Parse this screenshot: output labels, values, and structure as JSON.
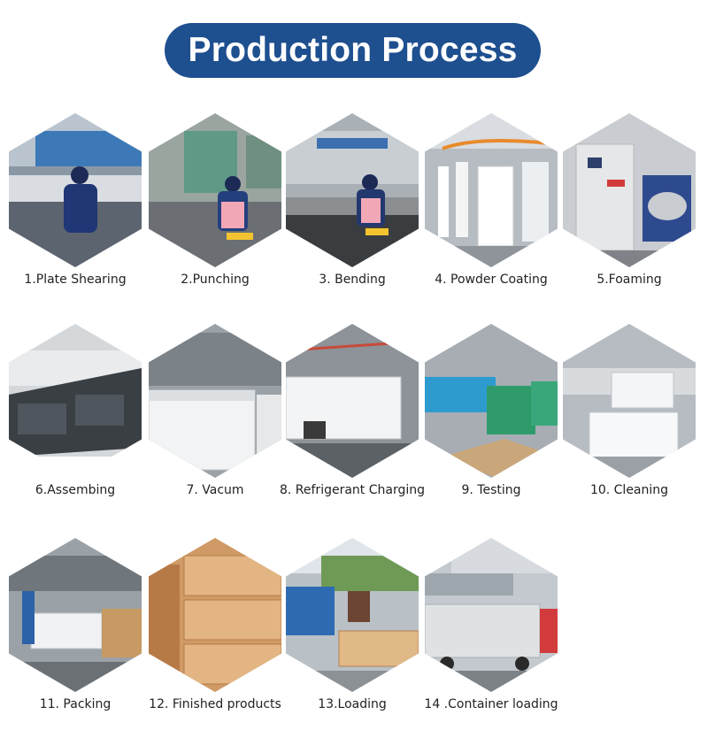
{
  "title": "Production Process",
  "colors": {
    "title_bg": "#1e4f8f",
    "title_text": "#ffffff",
    "label_text": "#222222"
  },
  "steps": [
    {
      "label": "1.Plate Shearing",
      "scene": "workshop-worker"
    },
    {
      "label": "2.Punching",
      "scene": "punch-press"
    },
    {
      "label": "3. Bending",
      "scene": "press-brake"
    },
    {
      "label": "4. Powder Coating",
      "scene": "coating-line"
    },
    {
      "label": "5.Foaming",
      "scene": "foaming-machine"
    },
    {
      "label": "6.Assembing",
      "scene": "assembly-line"
    },
    {
      "label": "7. Vacum",
      "scene": "chest-freezers"
    },
    {
      "label": "8. Refrigerant Charging",
      "scene": "refrigerant-line"
    },
    {
      "label": "9. Testing",
      "scene": "testing-area"
    },
    {
      "label": "10. Cleaning",
      "scene": "cleaning-area"
    },
    {
      "label": "11. Packing",
      "scene": "packing"
    },
    {
      "label": "12. Finished products",
      "scene": "cartons"
    },
    {
      "label": "13.Loading",
      "scene": "loading-truck"
    },
    {
      "label": "14 .Container loading",
      "scene": "container-truck"
    }
  ]
}
